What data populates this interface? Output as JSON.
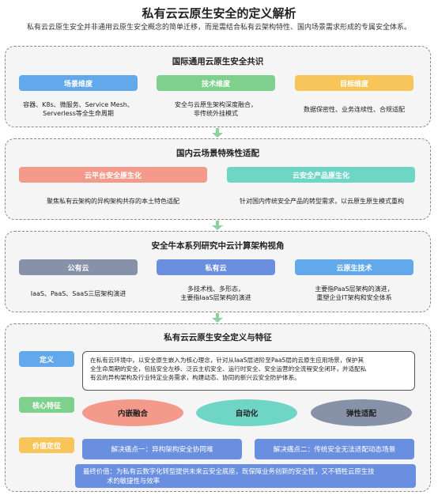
{
  "title": "私有云云原生安全的定义解析",
  "subtitle": "私有云云原生安全并非通用云原生安全概念的简单迁移，而是需结合私有云架构特性、国内场景需求形成的专属安全体系。",
  "sections": [
    {
      "title": "国际通用云原生安全共识",
      "items": [
        {
          "label": "场景维度",
          "color": "#62a9ec",
          "desc": [
            "容器、K8s、微服务、Service Mesh、",
            "Serverless等全生命周期"
          ]
        },
        {
          "label": "技术维度",
          "color": "#7fd08d",
          "desc": [
            "安全与云原生架构深度融合，",
            "非传统外挂模式"
          ]
        },
        {
          "label": "目标维度",
          "color": "#f8c55b",
          "desc": [
            "数据保密性、业务连续性、合规适配"
          ]
        }
      ]
    },
    {
      "title": "国内云场景特殊性适配",
      "items": [
        {
          "label": "云平台安全原生化",
          "color": "#f39a8a",
          "desc": [
            "聚焦私有云架构的异构架构共存的本土特色适配"
          ]
        },
        {
          "label": "云安全产品原生化",
          "color": "#6fd6c6",
          "desc": [
            "针对国内传统安全产品的转型需求，以云原生原生模式重构"
          ]
        }
      ]
    },
    {
      "title": "安全牛本系列研究中云计算架构视角",
      "items": [
        {
          "label": "公有云",
          "color": "#8791a8",
          "desc": [
            "IaaS、PaaS、SaaS三层架构演进"
          ]
        },
        {
          "label": "私有云",
          "color": "#6a8fe0",
          "desc": [
            "多技术栈、多形态，",
            "主要指IaaS层架构的演进"
          ]
        },
        {
          "label": "云原生技术",
          "color": "#62a9ec",
          "desc": [
            "主要指PaaS层架构的演进，",
            "重塑企业IT架构和安全体系"
          ]
        }
      ]
    },
    {
      "title": "私有云云原生安全定义与特征",
      "labels": {
        "definition": {
          "text": "定义",
          "color": "#62a9ec"
        },
        "core": {
          "text": "核心特征",
          "color": "#7fd08d"
        },
        "value": {
          "text": "价值定位",
          "color": "#f8c55b"
        }
      },
      "definition_lines": [
        "在私有云环境中，以安全原生嵌入为核心理念，针对从IaaS层进阶至PaaS层的云原生应用场景，保护其",
        "全生命周期的安全，包括安全左移、泛云主机安全、运行时安全、安全运营的全流程安全闭环，并适配私",
        "有云的异构架构及行业特定业务需求，构建动态、协同的新兴云安全防护体系。"
      ],
      "features": [
        {
          "label": "内嵌融合",
          "color": "#f39a8a"
        },
        {
          "label": "自动化",
          "color": "#6fd6c6"
        },
        {
          "label": "弹性适配",
          "color": "#8791a8"
        }
      ],
      "pain_points": [
        "解决痛点一：异构架构安全协同难",
        "解决痛点二：传统安全无法适配动态场景"
      ],
      "final_value": [
        "最终价值：为私有云数字化转型提供未来云安全底座，既保障业务创新的安全性，又不牺牲云原生技",
        "术的敏捷性与效率"
      ]
    }
  ]
}
